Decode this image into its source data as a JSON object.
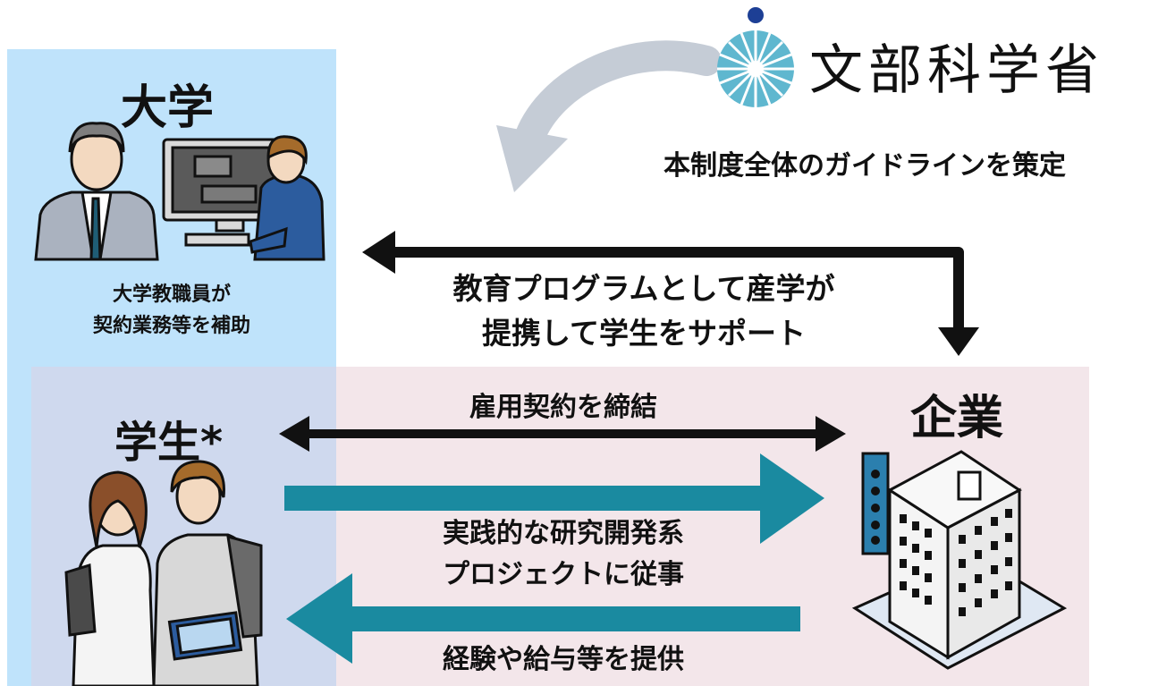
{
  "mext": {
    "name": "文部科学省",
    "caption": "本制度全体のガイドラインを策定",
    "logo_color": "#5fb7cf",
    "dot_color": "#1d3f95"
  },
  "university": {
    "title": "大学",
    "caption_line1": "大学教職員が",
    "caption_line2": "契約業務等を補助",
    "panel_color": "#bfe3fb"
  },
  "student": {
    "title": "学生*"
  },
  "company": {
    "title": "企業",
    "panel_color": "#f3e6ea"
  },
  "flows": {
    "industry_academia_line1": "教育プログラムとして産学が",
    "industry_academia_line2": "提携して学生をサポート",
    "employment_contract": "雇用契約を締結",
    "work_line1": "実践的な研究開発系",
    "work_line2": "プロジェクトに従事",
    "compensation": "経験や給与等を提供",
    "teal_arrow_color": "#1a8aa0",
    "black_arrow_color": "#111111",
    "gray_arrow_color": "#c5ccd6"
  }
}
